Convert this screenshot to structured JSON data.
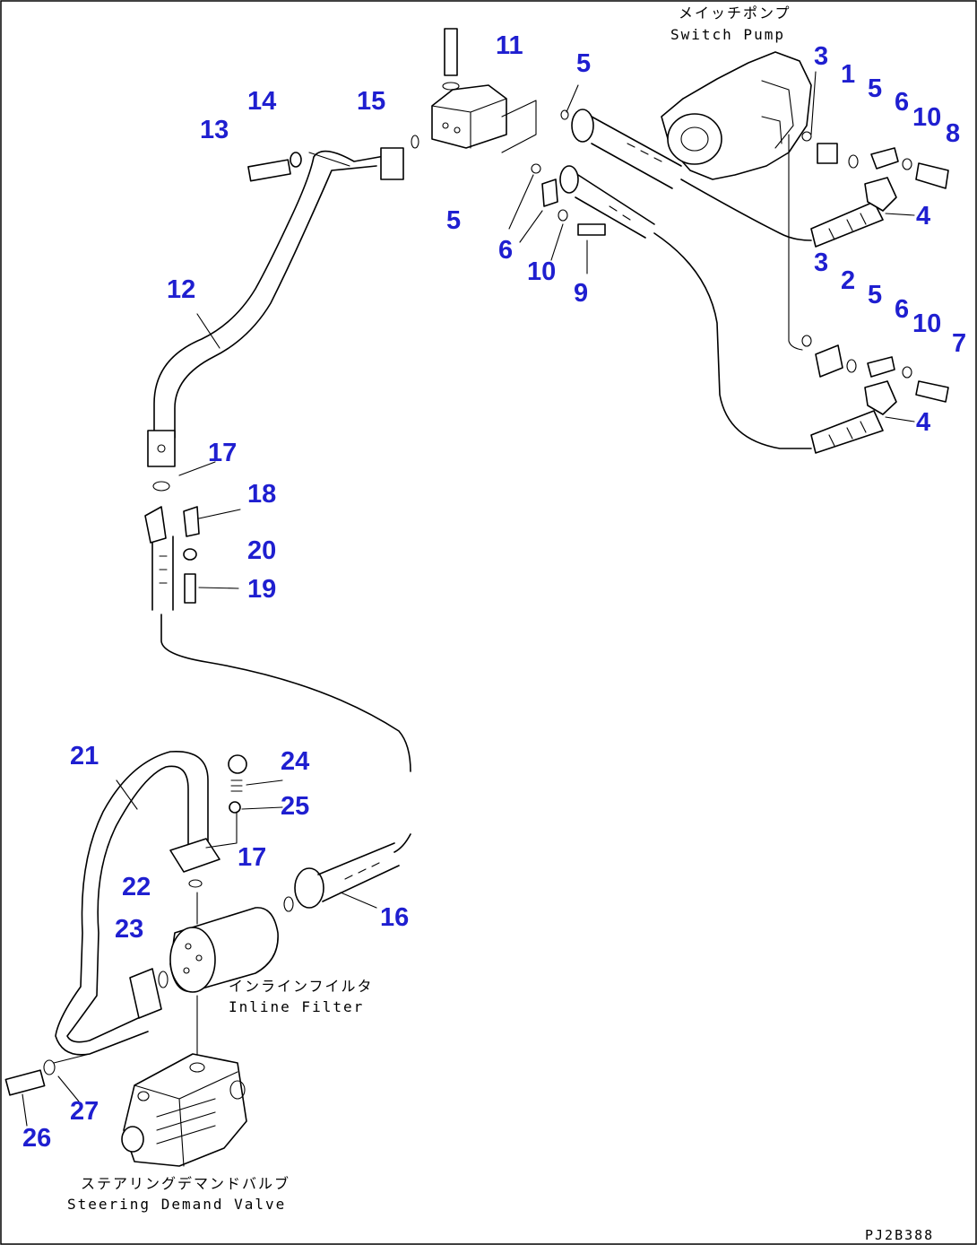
{
  "captions": {
    "switch_pump_jp": "メイッチポンプ",
    "switch_pump_en": "Switch Pump",
    "inline_filter_jp": "インラインフイルタ",
    "inline_filter_en": "Inline Filter",
    "steering_valve_jp": "ステアリングデマンドバルブ",
    "steering_valve_en": "Steering Demand Valve"
  },
  "drawing_code": "PJ2B388",
  "callouts": [
    "1",
    "2",
    "3",
    "3",
    "4",
    "4",
    "5",
    "5",
    "5",
    "5",
    "6",
    "6",
    "6",
    "7",
    "8",
    "9",
    "10",
    "10",
    "10",
    "11",
    "12",
    "13",
    "14",
    "15",
    "16",
    "17",
    "17",
    "18",
    "19",
    "20",
    "21",
    "22",
    "23",
    "24",
    "25",
    "26",
    "27"
  ],
  "colors": {
    "callout": "#1f1fd0",
    "linework": "#000000"
  }
}
